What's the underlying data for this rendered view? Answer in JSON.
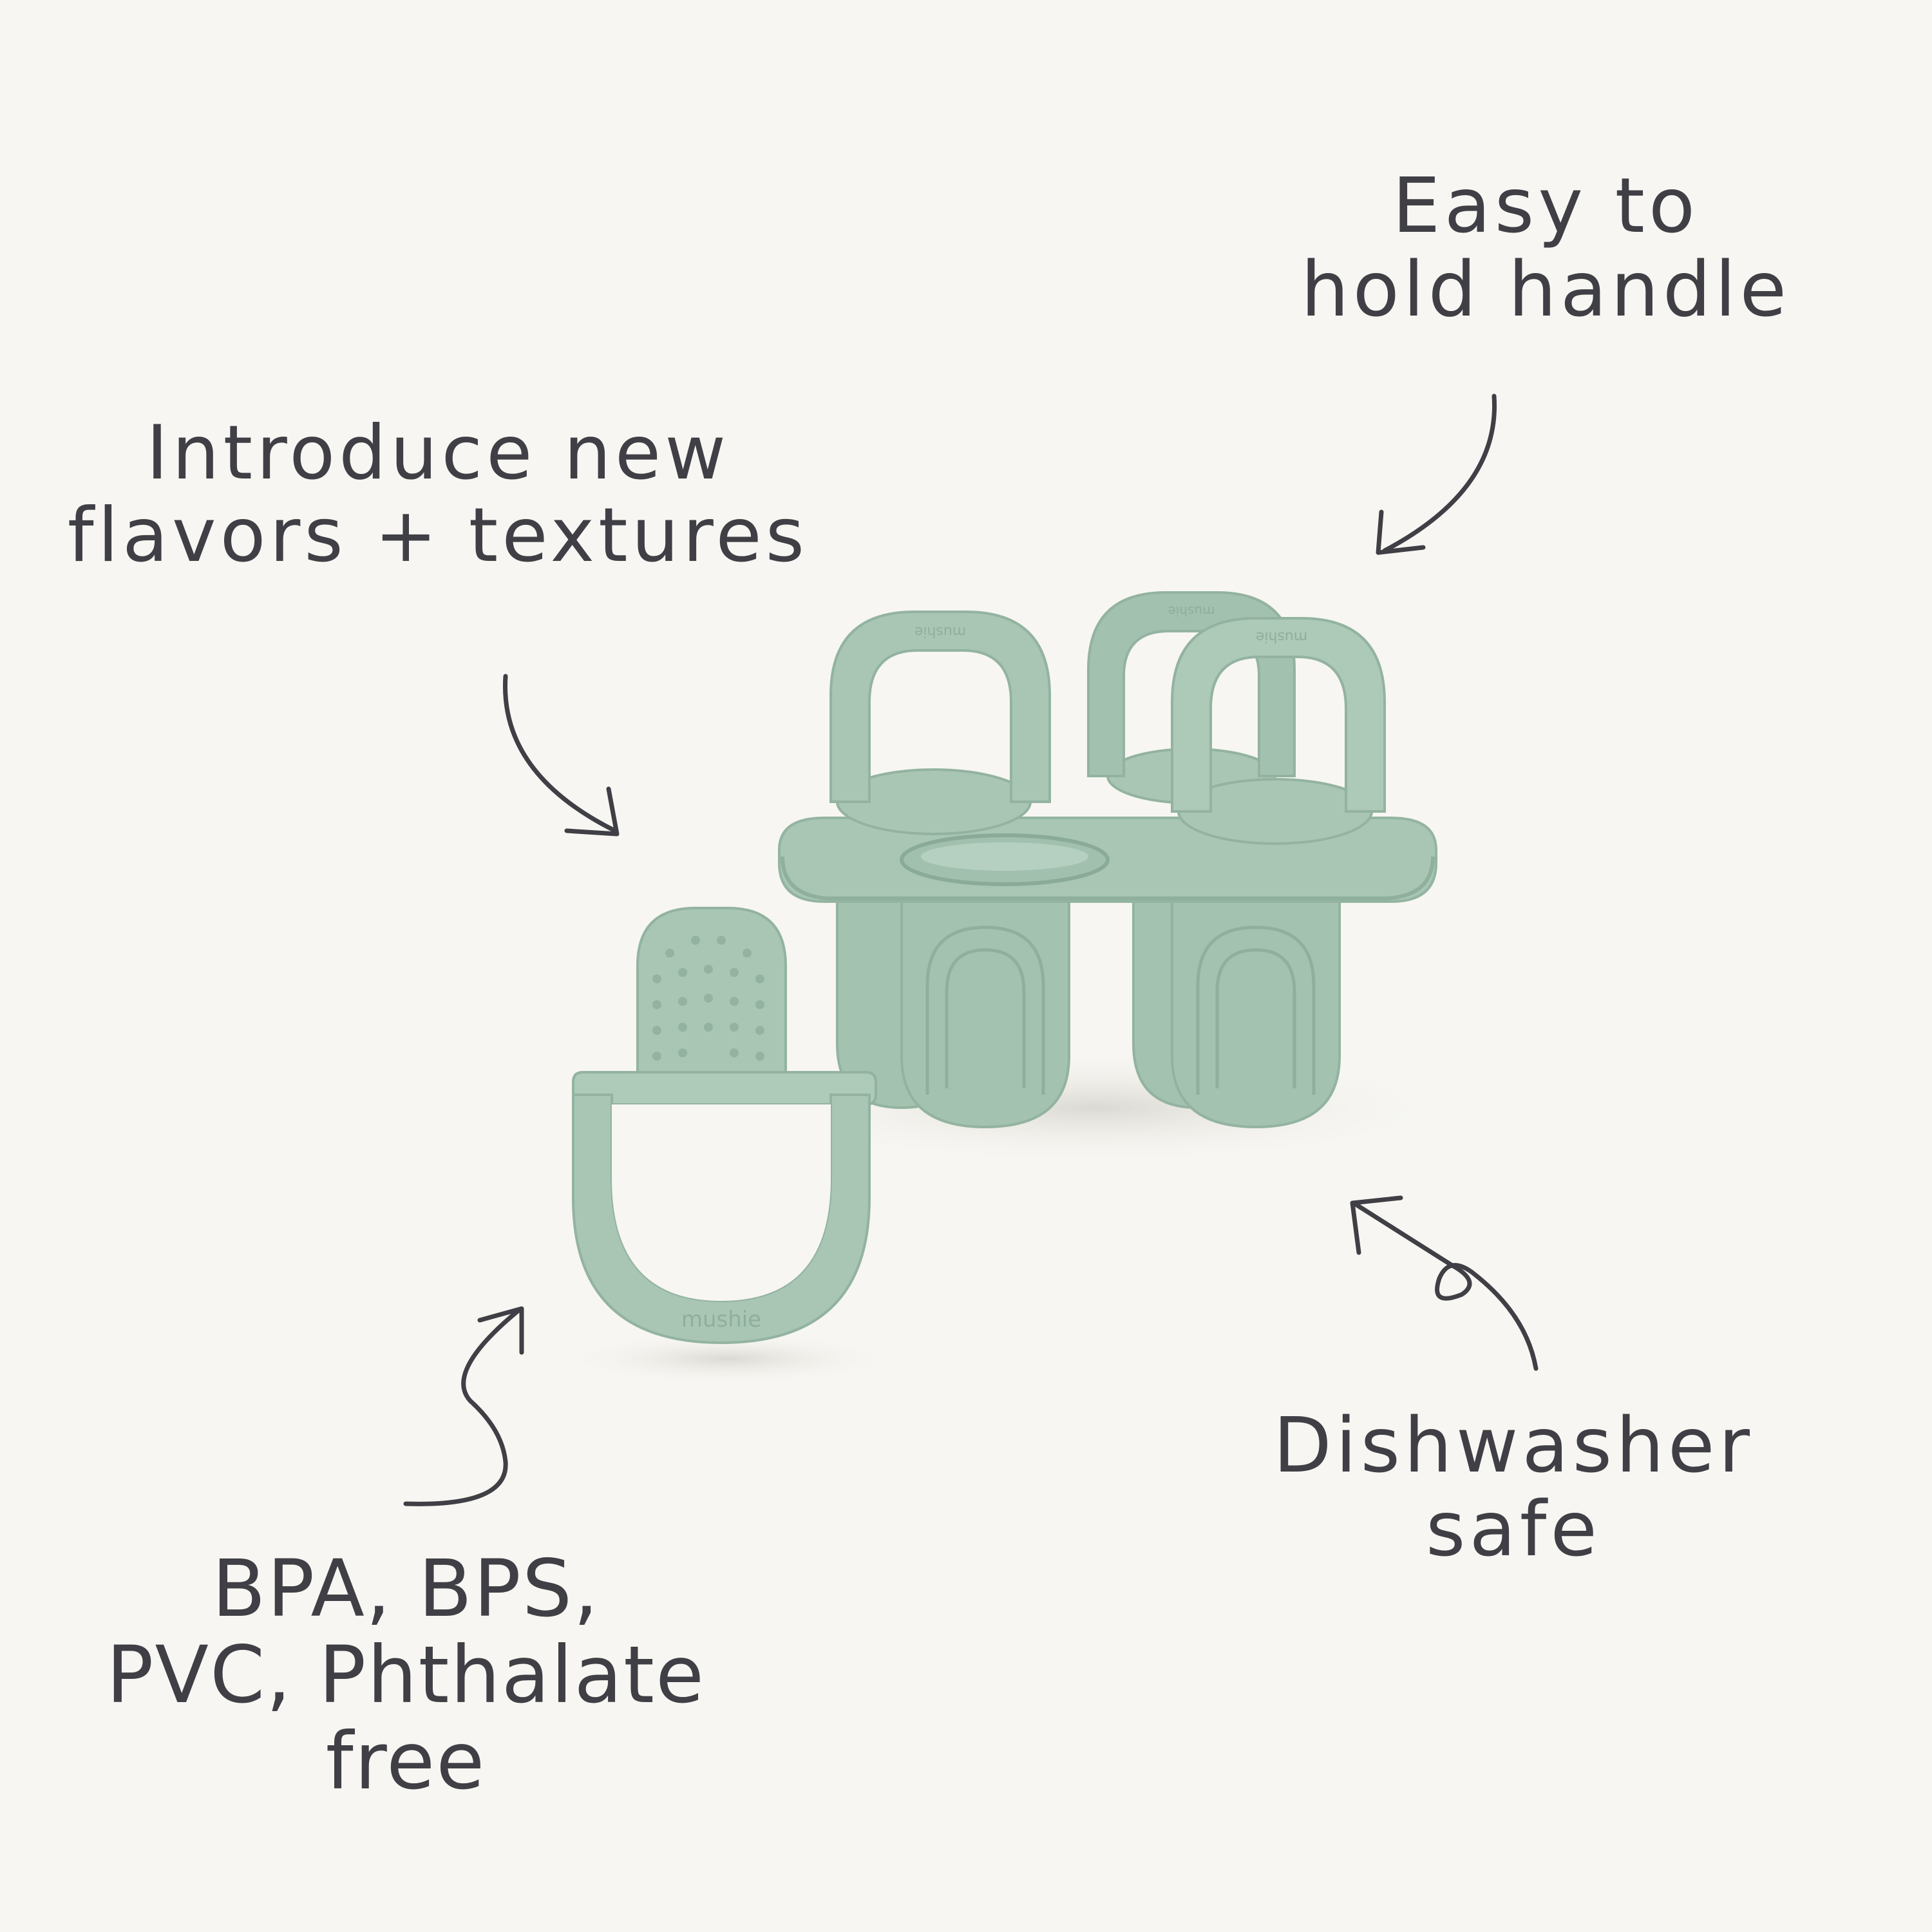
{
  "callouts": {
    "handle": {
      "line1": "Easy to",
      "line2": "hold handle"
    },
    "flavors": {
      "line1": "Introduce new",
      "line2": "flavors + textures"
    },
    "dishwasher": {
      "line1": "Dishwasher",
      "line2": "safe"
    },
    "materials": {
      "line1": "BPA, BPS,",
      "line2": "PVC, Phthalate",
      "line3": "free"
    }
  },
  "product": {
    "brand_mark": "mushie",
    "color": "#a9c6b5",
    "color_shade": "#8fb09d",
    "color_light": "#bcd4c5"
  },
  "icons": [
    "arrow-icon"
  ]
}
